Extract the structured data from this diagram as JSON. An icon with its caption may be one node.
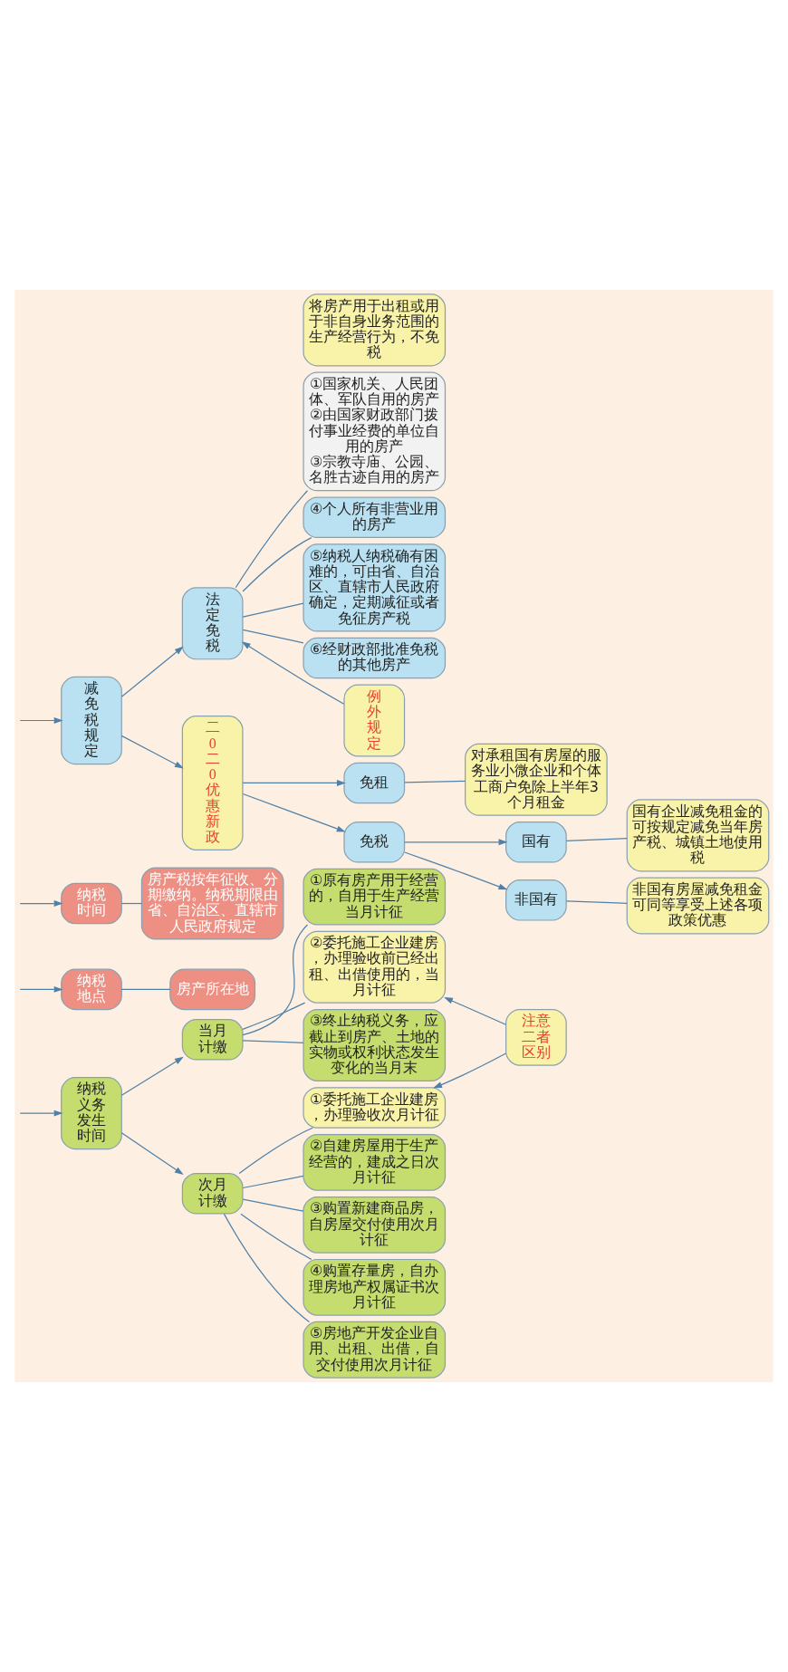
{
  "diagram": {
    "nodes": [
      {
        "text": [
          "纳税义务发生时间"
        ]
      },
      {
        "text": [
          "当月计缴"
        ]
      },
      {
        "text": [
          "①原有房产用于经营的，自用于生产经营当月计征"
        ]
      },
      {
        "text": [
          "②委托施工企业建房，办理验收前已经出租、出借使用的，当月计征"
        ]
      },
      {
        "text": [
          "③终止纳税义务，应截止到房产、土地的实物或权利状态发生变化的当月末"
        ]
      },
      {
        "text": [
          "次月计缴"
        ]
      },
      {
        "text": [
          "①委托施工企业建房，办理验收次月计征"
        ]
      },
      {
        "text": [
          "②自建房屋用于生产经营的，建成之日次月计征"
        ]
      },
      {
        "text": [
          "③购置新建商品房，自房屋交付使用次月计征"
        ]
      },
      {
        "text": [
          "④购置存量房，自办理房地产权属证书次月计征"
        ]
      },
      {
        "text": [
          "⑤房地产开发企业自用、出租、出借，自交付使用次月计征"
        ]
      },
      {
        "text": [
          "注意二者区别"
        ]
      },
      {
        "text": [
          "纳税地点"
        ]
      },
      {
        "text": [
          "房产所在地"
        ]
      },
      {
        "text": [
          "纳税时间"
        ]
      },
      {
        "text": [
          "房产税按年征收、分期缴纳。纳税期限由省、自治区、直辖市人民政府规定"
        ]
      },
      {
        "text": [
          "减免税规定"
        ]
      },
      {
        "text": [
          "法定免税"
        ]
      },
      {
        "text": [
          "①国家机关、人民团体、军队自用的房产",
          "②由国家财政部门拨付事业经费的单位自用的房产",
          "③宗教寺庙、公园、名胜古迹自用的房产"
        ]
      },
      {
        "text": [
          "例外规定"
        ]
      },
      {
        "text": [
          "将房产用于出租或用于非自身业务范围的生产经营行为，不免税"
        ]
      },
      {
        "text": [
          "④个人所有非营业用的房产"
        ]
      },
      {
        "text": [
          "⑤纳税人纳税确有困难的，可由省、自治区、直辖市人民政府确定，定期减征或者免征房产税"
        ]
      },
      {
        "text": [
          "⑥经财政部批准免税的其他房产"
        ]
      },
      {
        "text": [
          "二0二0优惠新政"
        ]
      },
      {
        "text": [
          "免租"
        ]
      },
      {
        "text": [
          "对承租国有房屋的服务业小微企业和个体工商户免除上半年3个月租金"
        ]
      },
      {
        "text": [
          "免税"
        ]
      },
      {
        "text": [
          "国有"
        ]
      },
      {
        "text": [
          "国有企业减免租金的可按规定减免当年房产税、城镇土地使用税"
        ]
      },
      {
        "text": [
          "非国有"
        ]
      },
      {
        "text": [
          "非国有房屋减免租金可同等享受上述各项政策优惠"
        ]
      }
    ],
    "edges": [
      {
        "from": null,
        "to": 0,
        "arrow": "to"
      },
      {
        "from": 0,
        "to": 1,
        "arrow": "to"
      },
      {
        "from": 0,
        "to": 5,
        "arrow": "to"
      },
      {
        "from": 1,
        "to": 2,
        "arrow": "none"
      },
      {
        "from": 1,
        "to": 3,
        "arrow": "none"
      },
      {
        "from": 1,
        "to": 4,
        "arrow": "none"
      },
      {
        "from": 5,
        "to": 6,
        "arrow": "none"
      },
      {
        "from": 5,
        "to": 7,
        "arrow": "none"
      },
      {
        "from": 5,
        "to": 8,
        "arrow": "none"
      },
      {
        "from": 5,
        "to": 9,
        "arrow": "none"
      },
      {
        "from": 5,
        "to": 10,
        "arrow": "none"
      },
      {
        "from": 11,
        "to": 3,
        "arrow": "to"
      },
      {
        "from": 11,
        "to": 6,
        "arrow": "to"
      },
      {
        "from": null,
        "to": 12,
        "arrow": "to"
      },
      {
        "from": 12,
        "to": 13,
        "arrow": "none"
      },
      {
        "from": null,
        "to": 14,
        "arrow": "to"
      },
      {
        "from": 14,
        "to": 15,
        "arrow": "none"
      },
      {
        "from": null,
        "to": 16,
        "arrow": "to"
      },
      {
        "from": 16,
        "to": 17,
        "arrow": "to"
      },
      {
        "from": 16,
        "to": 24,
        "arrow": "to"
      },
      {
        "from": 17,
        "to": 18,
        "arrow": "none"
      },
      {
        "from": 17,
        "to": 21,
        "arrow": "none"
      },
      {
        "from": 17,
        "to": 22,
        "arrow": "none"
      },
      {
        "from": 17,
        "to": 23,
        "arrow": "none"
      },
      {
        "from": 19,
        "to": 17,
        "arrow": "to"
      },
      {
        "from": 24,
        "to": 25,
        "arrow": "to"
      },
      {
        "from": 24,
        "to": 27,
        "arrow": "to"
      },
      {
        "from": 25,
        "to": 26,
        "arrow": "none"
      },
      {
        "from": 27,
        "to": 28,
        "arrow": "to"
      },
      {
        "from": 27,
        "to": 30,
        "arrow": "to"
      },
      {
        "from": 28,
        "to": 29,
        "arrow": "none"
      },
      {
        "from": 30,
        "to": 31,
        "arrow": "none"
      }
    ]
  }
}
